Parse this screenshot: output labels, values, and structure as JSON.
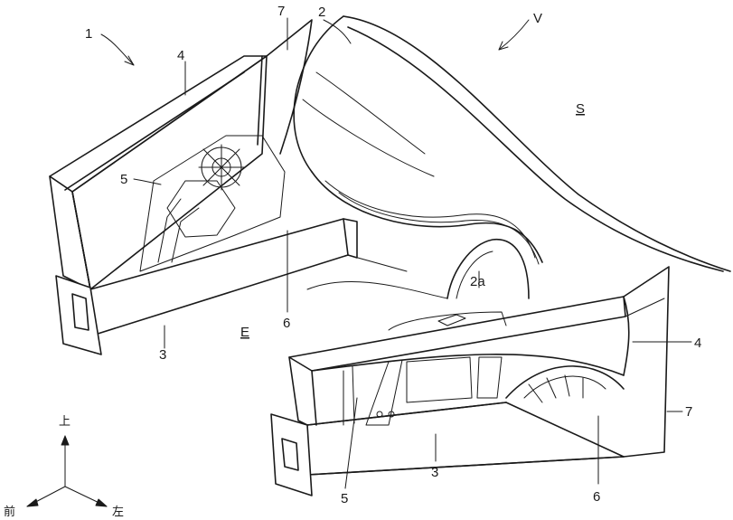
{
  "figure": {
    "ref_assembly": "1",
    "ref_v": "V",
    "labels": {
      "l2": "2",
      "l2a": "2a",
      "l3a": "3",
      "l3b": "3",
      "l4a": "4",
      "l4b": "4",
      "l5a": "5",
      "l5b": "5",
      "l6a": "6",
      "l6b": "6",
      "l7a": "7",
      "l7b": "7"
    },
    "space_s": "S",
    "space_e": "E",
    "axes": {
      "up": "上",
      "front": "前",
      "left": "左"
    }
  }
}
